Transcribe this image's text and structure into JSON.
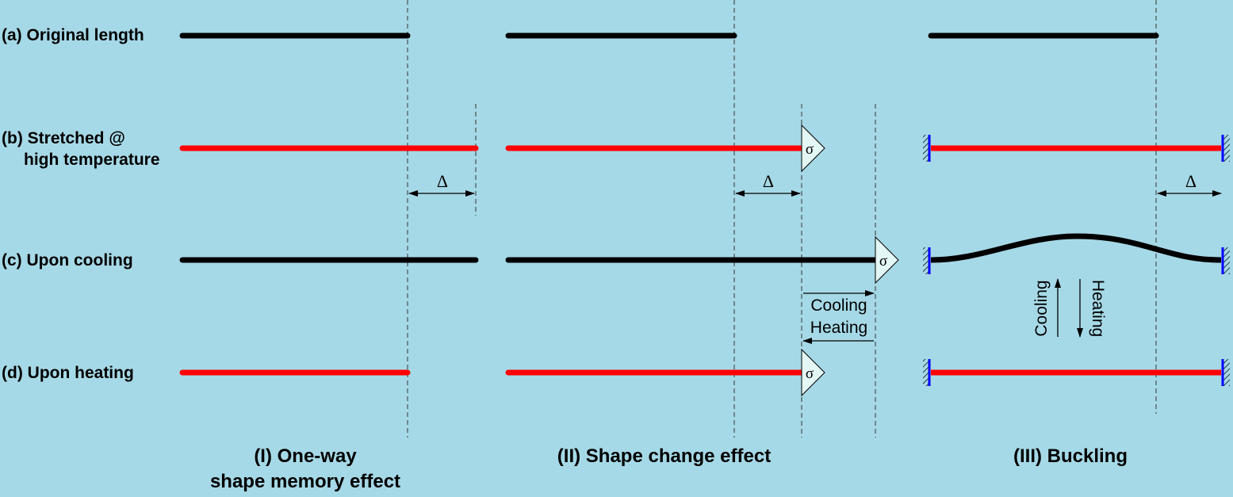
{
  "colors": {
    "background": "#a6d9e7",
    "cold_wire": "#000000",
    "hot_wire": "#ff0000",
    "support": "#0000ff",
    "load_fill": "#e3f7f4"
  },
  "rows": {
    "a": "(a) Original length",
    "b_line1": "(b) Stretched @",
    "b_line2": "high temperature",
    "c": "(c) Upon cooling",
    "d": "(d) Upon heating"
  },
  "panels": {
    "one_line1": "(I) One-way",
    "one_line2": "shape memory effect",
    "two": "(II) Shape change effect",
    "three": "(III) Buckling"
  },
  "symbols": {
    "delta": "Δ",
    "sigma": "σ"
  },
  "annotations": {
    "cooling": "Cooling",
    "heating": "Heating"
  }
}
